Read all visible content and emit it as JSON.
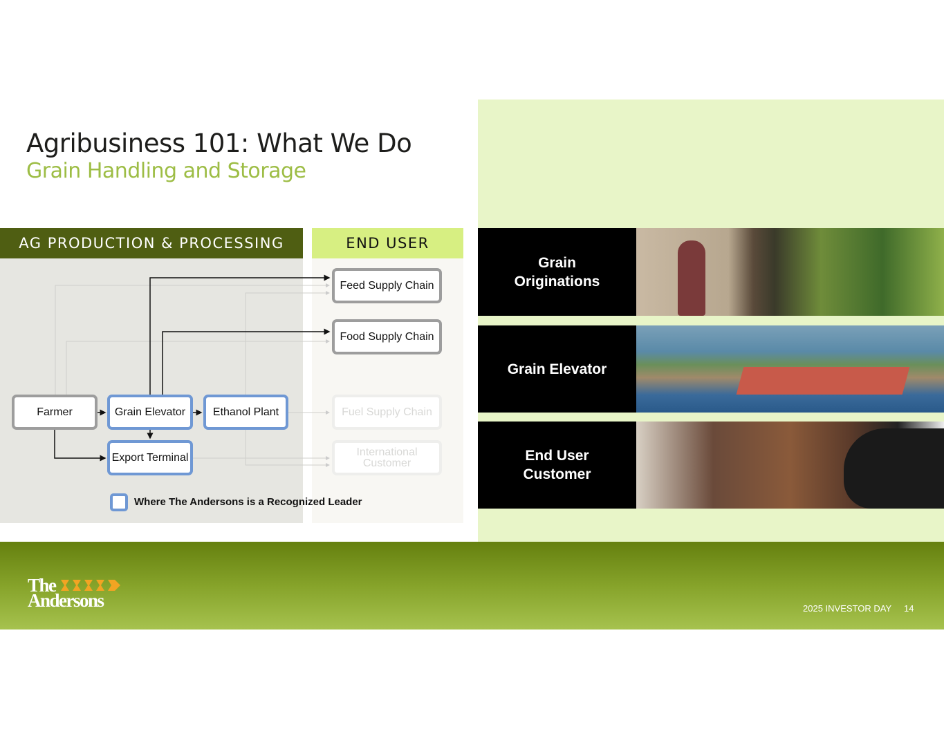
{
  "header": {
    "title": "Agribusiness 101: What We Do",
    "subtitle": "Grain Handling and Storage"
  },
  "diagram": {
    "ag_header": "AG PRODUCTION & PROCESSING",
    "end_header": "END USER",
    "nodes": {
      "farmer": "Farmer",
      "grain_elevator": "Grain Elevator",
      "ethanol_plant": "Ethanol Plant",
      "export_terminal": "Export Terminal"
    },
    "end_users": {
      "feed": "Feed Supply Chain",
      "food": "Food Supply Chain",
      "fuel": "Fuel Supply Chain",
      "international_1": "International",
      "international_2": "Customer"
    },
    "legend": "Where The Andersons is a Recognized Leader"
  },
  "panels": [
    {
      "label_1": "Grain",
      "label_2": "Originations"
    },
    {
      "label_1": "Grain Elevator"
    },
    {
      "label_1": "End User",
      "label_2": "Customer"
    }
  ],
  "footer": {
    "logo_line1": "The",
    "logo_line2": "Andersons",
    "event": "2025 INVESTOR DAY",
    "page": "14"
  },
  "colors": {
    "dark_green": "#4f5e12",
    "lime": "#d7ef82",
    "blue": "#6f98d4",
    "light_panel": "#e8f5c8"
  }
}
